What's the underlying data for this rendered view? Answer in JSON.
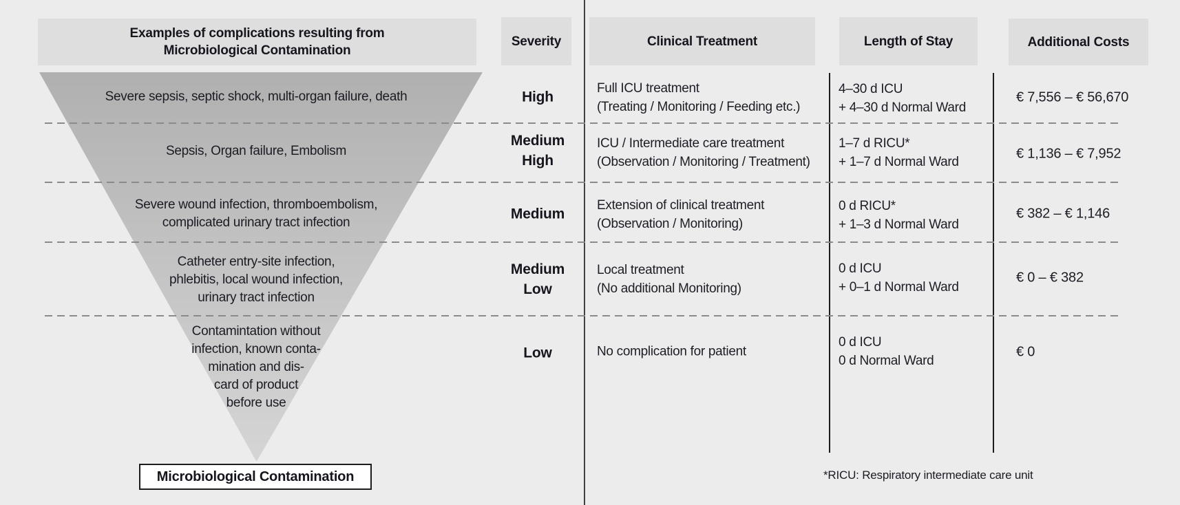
{
  "colors": {
    "background": "#ececec",
    "header_box": "#dedede",
    "funnel_top": "#b0b0b0",
    "funnel_bottom": "#d5d5d5",
    "text": "#1d1d26",
    "dashed_line": "#8a8a8a",
    "solid_line": "#1c1c1c"
  },
  "headers": {
    "examples_line1": "Examples of complications resulting from",
    "examples_line2": "Microbiological Contamination",
    "severity": "Severity",
    "treatment": "Clinical Treatment",
    "stay": "Length of Stay",
    "costs": "Additional Costs"
  },
  "rows": [
    {
      "examples": [
        "Severe sepsis, septic shock, multi-organ failure, death"
      ],
      "severity": [
        "High"
      ],
      "treatment": [
        "Full ICU treatment",
        "(Treating / Monitoring / Feeding etc.)"
      ],
      "stay": [
        "4–30 d ICU",
        "+ 4–30 d Normal Ward"
      ],
      "costs": "€ 7,556 – € 56,670"
    },
    {
      "examples": [
        "Sepsis, Organ failure, Embolism"
      ],
      "severity": [
        "Medium",
        "High"
      ],
      "treatment": [
        "ICU / Intermediate care treatment",
        "(Observation / Monitoring / Treatment)"
      ],
      "stay": [
        "1–7 d RICU*",
        "+ 1–7 d Normal Ward"
      ],
      "costs": "€ 1,136 – € 7,952"
    },
    {
      "examples": [
        "Severe wound infection, thromboembolism,",
        "complicated urinary tract infection"
      ],
      "severity": [
        "Medium"
      ],
      "treatment": [
        "Extension of clinical treatment",
        "(Observation / Monitoring)"
      ],
      "stay": [
        "0 d RICU*",
        "+ 1–3 d Normal Ward"
      ],
      "costs": "€ 382 – € 1,146"
    },
    {
      "examples": [
        "Catheter entry-site infection,",
        "phlebitis, local wound infection,",
        "urinary tract infection"
      ],
      "severity": [
        "Medium",
        "Low"
      ],
      "treatment": [
        "Local treatment",
        "(No additional Monitoring)"
      ],
      "stay": [
        "0 d ICU",
        "+ 0–1 d Normal Ward"
      ],
      "costs": "€ 0 – € 382"
    },
    {
      "examples": [
        "Contamintation without",
        "infection, known conta-",
        "mination and dis-",
        "card of product",
        "before use"
      ],
      "severity": [
        "Low"
      ],
      "treatment": [
        "No complication for patient"
      ],
      "stay": [
        "0 d ICU",
        "0 d Normal Ward"
      ],
      "costs": "€ 0"
    }
  ],
  "funnel_apex_label": "Microbiological Contamination",
  "footnote": "*RICU: Respiratory intermediate care unit"
}
